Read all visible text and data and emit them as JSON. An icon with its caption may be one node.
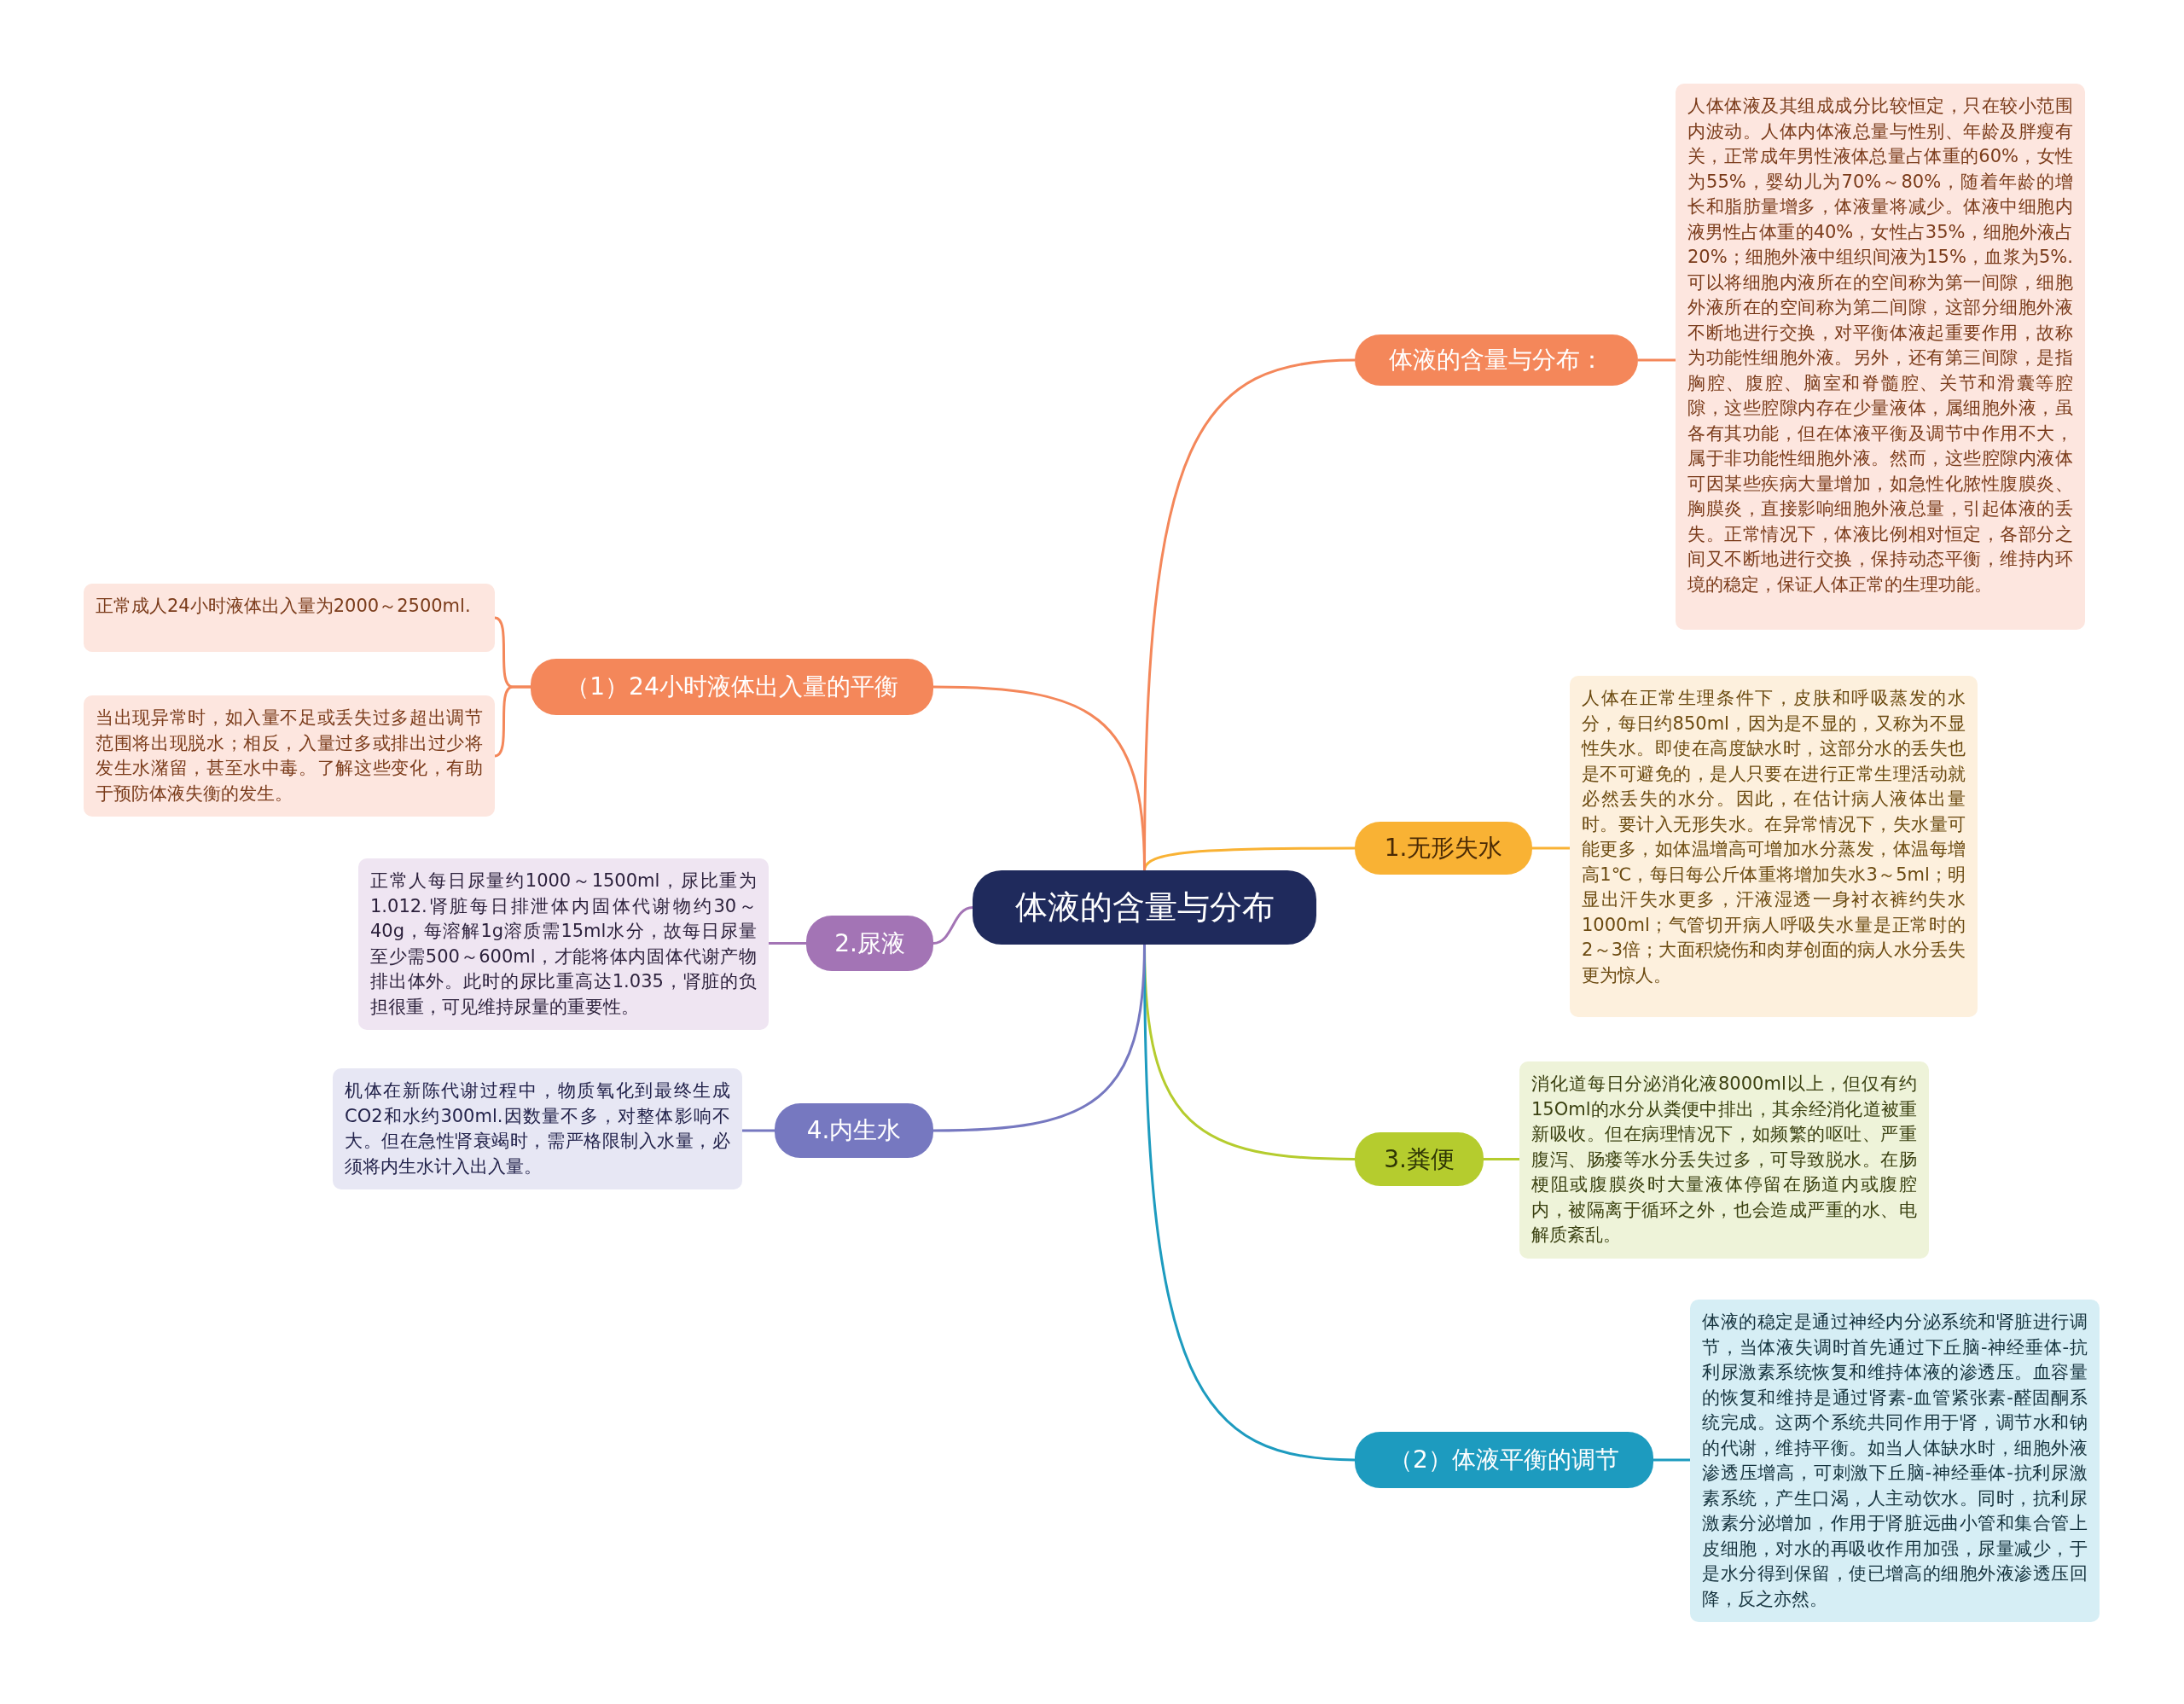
{
  "diagram": {
    "nodes": [
      {
        "text": [
          "体液的含量与分布"
        ]
      },
      {
        "text": [
          "体液的含量与分布："
        ]
      },
      {
        "text": [
          "人体体液及其组成成分比较恒定，只在较小范围内波动。人体内体液总量与性别、年龄及胖瘦有关，正常成年男性液体总量占体重的60%，女性为55%，婴幼儿为70%～80%，随着年龄的增长和脂肪量增多，体液量将减少。体液中细胞内液男性占体重的40%，女性占35%，细胞外液占20%；细胞外液中组织间液为15%，血浆为5%.可以将细胞内液所在的空间称为第一间隙，细胞外液所在的空间称为第二间隙，这部分细胞外液不断地进行交换，对平衡体液起重要作用，故称为功能性细胞外液。另外，还有第三间隙，是指胸腔、腹腔、脑室和脊髓腔、关节和滑囊等腔隙，这些腔隙内存在少量液体，属细胞外液，虽各有其功能，但在体液平衡及调节中作用不大，属于非功能性细胞外液。然而，这些腔隙内液体可因某些疾病大量增加，如急性化脓性腹膜炎、胸膜炎，直接影响细胞外液总量，引起体液的丢失。正常情况下，体液比例相对恒定，各部分之间又不断地进行交换，保持动态平衡，维持内环境的稳定，保证人体正常的生理功能。"
        ]
      },
      {
        "text": [
          "1.无形失水"
        ]
      },
      {
        "text": [
          "人体在正常生理条件下，皮肤和呼吸蒸发的水分，每日约850ml，因为是不显的，又称为不显性失水。即使在高度缺水时，这部分水的丢失也是不可避免的，是人只要在进行正常生理活动就必然丢失的水分。因此，在估计病人液体出量时。要计入无形失水。在异常情况下，失水量可能更多，如体温增高可增加水分蒸发，体温每增高1℃，每日每公斤体重将增加失水3～5ml；明显出汗失水更多，汗液湿透一身衬衣裤约失水1000ml；气管切开病人呼吸失水量是正常时的2～3倍；大面积烧伤和肉芽创面的病人水分丢失更为惊人。"
        ]
      },
      {
        "text": [
          "3.粪便"
        ]
      },
      {
        "text": [
          "消化道每日分泌消化液8000ml以上，但仅有约15Oml的水分从粪便中排出，其余经消化道被重新吸收。但在病理情况下，如频繁的呕吐、严重腹泻、肠瘘等水分丢失过多，可导致脱水。在肠梗阻或腹膜炎时大量液体停留在肠道内或腹腔内，被隔离于循环之外，也会造成严重的水、电解质紊乱。"
        ]
      },
      {
        "text": [
          "（2）体液平衡的调节"
        ]
      },
      {
        "text": [
          "体液的稳定是通过神经内分泌系统和肾脏进行调节，当体液失调时首先通过下丘脑-神经垂体-抗利尿激素系统恢复和维持体液的渗透压。血容量的恢复和维持是通过肾素-血管紧张素-醛固酮系统完成。这两个系统共同作用于肾，调节水和钠的代谢，维持平衡。如当人体缺水时，细胞外液渗透压增高，可刺激下丘脑-神经垂体-抗利尿激素系统，产生口渴，人主动饮水。同时，抗利尿激素分泌增加，作用于肾脏远曲小管和集合管上皮细胞，对水的再吸收作用加强，尿量减少，于是水分得到保留，使已增高的细胞外液渗透压回降，反之亦然。"
        ]
      },
      {
        "text": [
          "（1）24小时液体出入量的平衡"
        ]
      },
      {
        "text": [
          "正常成人24小时液体出入量为2000～2500ml."
        ]
      },
      {
        "text": [
          "当出现异常时，如入量不足或丢失过多超出调节范围将出现脱水；相反，入量过多或排出过少将发生水潴留，甚至水中毒。了解这些变化，有助于预防体液失衡的发生。"
        ]
      },
      {
        "text": [
          "2.尿液"
        ]
      },
      {
        "text": [
          "正常人每日尿量约1000～1500ml，尿比重为1.012.肾脏每日排泄体内固体代谢物约30～40g，每溶解1g溶质需15ml水分，故每日尿量至少需500～600ml，才能将体内固体代谢产物排出体外。此时的尿比重高达1.035，肾脏的负担很重，可见维持尿量的重要性。"
        ]
      },
      {
        "text": [
          "4.内生水"
        ]
      },
      {
        "text": [
          "机体在新陈代谢过程中，物质氧化到最终生成CO2和水约300ml.因数量不多，对整体影响不大。但在急性肾衰竭时，需严格限制入水量，必须将内生水计入出入量。"
        ]
      }
    ],
    "edges": [
      {
        "from": 0,
        "to": 1,
        "arrow": "none",
        "color": "#f4875a"
      },
      {
        "from": 1,
        "to": 2,
        "arrow": "none",
        "color": "#f4875a"
      },
      {
        "from": 0,
        "to": 3,
        "arrow": "none",
        "color": "#f9b234"
      },
      {
        "from": 3,
        "to": 4,
        "arrow": "none",
        "color": "#f9b234"
      },
      {
        "from": 0,
        "to": 5,
        "arrow": "none",
        "color": "#b5cc2e"
      },
      {
        "from": 5,
        "to": 6,
        "arrow": "none",
        "color": "#b5cc2e"
      },
      {
        "from": 0,
        "to": 7,
        "arrow": "none",
        "color": "#1d9bbf"
      },
      {
        "from": 7,
        "to": 8,
        "arrow": "none",
        "color": "#1d9bbf"
      },
      {
        "from": 0,
        "to": 9,
        "arrow": "none",
        "color": "#f4875a"
      },
      {
        "from": 9,
        "to": 10,
        "arrow": "none",
        "color": "#f4875a"
      },
      {
        "from": 9,
        "to": 11,
        "arrow": "none",
        "color": "#f4875a"
      },
      {
        "from": 0,
        "to": 12,
        "arrow": "none",
        "color": "#a374b5"
      },
      {
        "from": 12,
        "to": 13,
        "arrow": "none",
        "color": "#a374b5"
      },
      {
        "from": 0,
        "to": 14,
        "arrow": "none",
        "color": "#7678c0"
      },
      {
        "from": 14,
        "to": 15,
        "arrow": "none",
        "color": "#7678c0"
      }
    ]
  }
}
